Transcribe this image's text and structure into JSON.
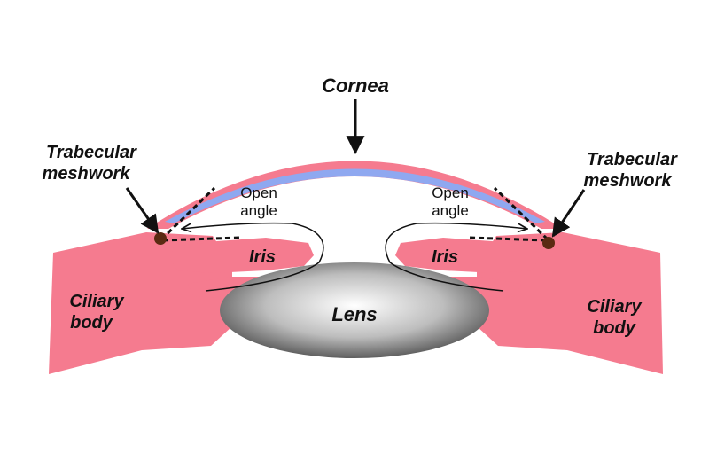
{
  "labels": {
    "cornea": "Cornea",
    "trabecular_line1": "Trabecular",
    "trabecular_line2": "meshwork",
    "open_line1": "Open",
    "open_line2": "angle",
    "iris": "Iris",
    "ciliary_line1": "Ciliary",
    "ciliary_line2": "body",
    "lens": "Lens"
  },
  "colors": {
    "tissue_pink": "#F57B8F",
    "cornea_blue": "#8FA8F0",
    "meshwork_brown": "#5A2A12",
    "line_black": "#111111",
    "lens_light": "#FFFFFF",
    "lens_dark": "#4A4A4A"
  }
}
